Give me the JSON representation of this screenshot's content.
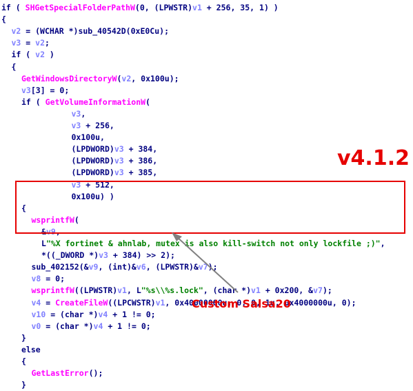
{
  "code_lines": [
    {
      "indent": 0,
      "tokens": [
        {
          "t": "if",
          "c": "kw"
        },
        {
          "t": " ( ",
          "c": "kw"
        },
        {
          "t": "SHGetSpecialFolderPathW",
          "c": "fn"
        },
        {
          "t": "(",
          "c": "kw"
        },
        {
          "t": "0",
          "c": "num"
        },
        {
          "t": ", (LPWSTR)",
          "c": "kw"
        },
        {
          "t": "v1",
          "c": "var"
        },
        {
          "t": " + ",
          "c": "kw"
        },
        {
          "t": "256",
          "c": "num"
        },
        {
          "t": ", ",
          "c": "kw"
        },
        {
          "t": "35",
          "c": "num"
        },
        {
          "t": ", ",
          "c": "kw"
        },
        {
          "t": "1",
          "c": "num"
        },
        {
          "t": ") )",
          "c": "kw"
        }
      ]
    },
    {
      "indent": 0,
      "tokens": [
        {
          "t": "{",
          "c": "kw"
        }
      ]
    },
    {
      "indent": 1,
      "tokens": [
        {
          "t": "v2",
          "c": "var"
        },
        {
          "t": " = (WCHAR *)sub_40542D(",
          "c": "kw"
        },
        {
          "t": "0xE0Cu",
          "c": "num"
        },
        {
          "t": ");",
          "c": "kw"
        }
      ]
    },
    {
      "indent": 1,
      "tokens": [
        {
          "t": "v3",
          "c": "var"
        },
        {
          "t": " = ",
          "c": "kw"
        },
        {
          "t": "v2",
          "c": "var"
        },
        {
          "t": ";",
          "c": "kw"
        }
      ]
    },
    {
      "indent": 1,
      "tokens": [
        {
          "t": "if",
          "c": "kw"
        },
        {
          "t": " ( ",
          "c": "kw"
        },
        {
          "t": "v2",
          "c": "var"
        },
        {
          "t": " )",
          "c": "kw"
        }
      ]
    },
    {
      "indent": 1,
      "tokens": [
        {
          "t": "{",
          "c": "kw"
        }
      ]
    },
    {
      "indent": 2,
      "tokens": [
        {
          "t": "GetWindowsDirectoryW",
          "c": "fn"
        },
        {
          "t": "(",
          "c": "kw"
        },
        {
          "t": "v2",
          "c": "var"
        },
        {
          "t": ", ",
          "c": "kw"
        },
        {
          "t": "0x100u",
          "c": "num"
        },
        {
          "t": ");",
          "c": "kw"
        }
      ]
    },
    {
      "indent": 2,
      "tokens": [
        {
          "t": "v3",
          "c": "var"
        },
        {
          "t": "[3] = ",
          "c": "kw"
        },
        {
          "t": "0",
          "c": "num"
        },
        {
          "t": ";",
          "c": "kw"
        }
      ]
    },
    {
      "indent": 2,
      "tokens": [
        {
          "t": "if",
          "c": "kw"
        },
        {
          "t": " ( ",
          "c": "kw"
        },
        {
          "t": "GetVolumeInformationW",
          "c": "fn"
        },
        {
          "t": "(",
          "c": "kw"
        }
      ]
    },
    {
      "indent": 7,
      "tokens": [
        {
          "t": "v3",
          "c": "var"
        },
        {
          "t": ",",
          "c": "kw"
        }
      ]
    },
    {
      "indent": 7,
      "tokens": [
        {
          "t": "v3",
          "c": "var"
        },
        {
          "t": " + ",
          "c": "kw"
        },
        {
          "t": "256",
          "c": "num"
        },
        {
          "t": ",",
          "c": "kw"
        }
      ]
    },
    {
      "indent": 7,
      "tokens": [
        {
          "t": "0x100u",
          "c": "num"
        },
        {
          "t": ",",
          "c": "kw"
        }
      ]
    },
    {
      "indent": 7,
      "tokens": [
        {
          "t": "(LPDWORD)",
          "c": "kw"
        },
        {
          "t": "v3",
          "c": "var"
        },
        {
          "t": " + ",
          "c": "kw"
        },
        {
          "t": "384",
          "c": "num"
        },
        {
          "t": ",",
          "c": "kw"
        }
      ]
    },
    {
      "indent": 7,
      "tokens": [
        {
          "t": "(LPDWORD)",
          "c": "kw"
        },
        {
          "t": "v3",
          "c": "var"
        },
        {
          "t": " + ",
          "c": "kw"
        },
        {
          "t": "386",
          "c": "num"
        },
        {
          "t": ",",
          "c": "kw"
        }
      ]
    },
    {
      "indent": 7,
      "tokens": [
        {
          "t": "(LPDWORD)",
          "c": "kw"
        },
        {
          "t": "v3",
          "c": "var"
        },
        {
          "t": " + ",
          "c": "kw"
        },
        {
          "t": "385",
          "c": "num"
        },
        {
          "t": ",",
          "c": "kw"
        }
      ]
    },
    {
      "indent": 7,
      "tokens": [
        {
          "t": "v3",
          "c": "var"
        },
        {
          "t": " + ",
          "c": "kw"
        },
        {
          "t": "512",
          "c": "num"
        },
        {
          "t": ",",
          "c": "kw"
        }
      ]
    },
    {
      "indent": 7,
      "tokens": [
        {
          "t": "0x100u",
          "c": "num"
        },
        {
          "t": ") )",
          "c": "kw"
        }
      ]
    },
    {
      "indent": 2,
      "tokens": [
        {
          "t": "{",
          "c": "kw"
        }
      ]
    },
    {
      "indent": 3,
      "tokens": [
        {
          "t": "wsprintfW",
          "c": "fn"
        },
        {
          "t": "(",
          "c": "kw"
        }
      ]
    },
    {
      "indent": 4,
      "tokens": [
        {
          "t": "&",
          "c": "kw"
        },
        {
          "t": "v9",
          "c": "var"
        },
        {
          "t": ",",
          "c": "kw"
        }
      ]
    },
    {
      "indent": 4,
      "tokens": [
        {
          "t": "L",
          "c": "kw"
        },
        {
          "t": "\"%X fortinet & ahnlab, mutex is also kill-switch not only lockfile ;)\"",
          "c": "str"
        },
        {
          "t": ",",
          "c": "kw"
        }
      ]
    },
    {
      "indent": 4,
      "tokens": [
        {
          "t": "*((_DWORD *)",
          "c": "kw"
        },
        {
          "t": "v3",
          "c": "var"
        },
        {
          "t": " + ",
          "c": "kw"
        },
        {
          "t": "384",
          "c": "num"
        },
        {
          "t": ") >> ",
          "c": "kw"
        },
        {
          "t": "2",
          "c": "num"
        },
        {
          "t": ");",
          "c": "kw"
        }
      ]
    },
    {
      "indent": 3,
      "tokens": [
        {
          "t": "sub_402152(&",
          "c": "kw"
        },
        {
          "t": "v9",
          "c": "var"
        },
        {
          "t": ", (int)&",
          "c": "kw"
        },
        {
          "t": "v6",
          "c": "var"
        },
        {
          "t": ", (LPWSTR)&",
          "c": "kw"
        },
        {
          "t": "v7",
          "c": "var"
        },
        {
          "t": ");",
          "c": "kw"
        }
      ]
    },
    {
      "indent": 3,
      "tokens": [
        {
          "t": "v8",
          "c": "var"
        },
        {
          "t": " = ",
          "c": "kw"
        },
        {
          "t": "0",
          "c": "num"
        },
        {
          "t": ";",
          "c": "kw"
        }
      ]
    },
    {
      "indent": 3,
      "tokens": [
        {
          "t": "wsprintfW",
          "c": "fn"
        },
        {
          "t": "((LPWSTR)",
          "c": "kw"
        },
        {
          "t": "v1",
          "c": "var"
        },
        {
          "t": ", L",
          "c": "kw"
        },
        {
          "t": "\"%s\\\\%s.lock\"",
          "c": "str"
        },
        {
          "t": ", (char *)",
          "c": "kw"
        },
        {
          "t": "v1",
          "c": "var"
        },
        {
          "t": " + ",
          "c": "kw"
        },
        {
          "t": "0x200",
          "c": "num"
        },
        {
          "t": ", &",
          "c": "kw"
        },
        {
          "t": "v7",
          "c": "var"
        },
        {
          "t": ");",
          "c": "kw"
        }
      ]
    },
    {
      "indent": 3,
      "tokens": [
        {
          "t": "v4",
          "c": "var"
        },
        {
          "t": " = ",
          "c": "kw"
        },
        {
          "t": "CreateFileW",
          "c": "fn"
        },
        {
          "t": "((LPCWSTR)",
          "c": "kw"
        },
        {
          "t": "v1",
          "c": "var"
        },
        {
          "t": ", ",
          "c": "kw"
        },
        {
          "t": "0x40000000u",
          "c": "num"
        },
        {
          "t": ", ",
          "c": "kw"
        },
        {
          "t": "0",
          "c": "num"
        },
        {
          "t": ", ",
          "c": "kw"
        },
        {
          "t": "0",
          "c": "num"
        },
        {
          "t": ", ",
          "c": "kw"
        },
        {
          "t": "1u",
          "c": "num"
        },
        {
          "t": ", ",
          "c": "kw"
        },
        {
          "t": "0x4000000u",
          "c": "num"
        },
        {
          "t": ", ",
          "c": "kw"
        },
        {
          "t": "0",
          "c": "num"
        },
        {
          "t": ");",
          "c": "kw"
        }
      ]
    },
    {
      "indent": 3,
      "tokens": [
        {
          "t": "v10",
          "c": "var"
        },
        {
          "t": " = (char *)",
          "c": "kw"
        },
        {
          "t": "v4",
          "c": "var"
        },
        {
          "t": " + ",
          "c": "kw"
        },
        {
          "t": "1",
          "c": "num"
        },
        {
          "t": " != ",
          "c": "kw"
        },
        {
          "t": "0",
          "c": "num"
        },
        {
          "t": ";",
          "c": "kw"
        }
      ]
    },
    {
      "indent": 3,
      "tokens": [
        {
          "t": "v0",
          "c": "var"
        },
        {
          "t": " = (char *)",
          "c": "kw"
        },
        {
          "t": "v4",
          "c": "var"
        },
        {
          "t": " + ",
          "c": "kw"
        },
        {
          "t": "1",
          "c": "num"
        },
        {
          "t": " != ",
          "c": "kw"
        },
        {
          "t": "0",
          "c": "num"
        },
        {
          "t": ";",
          "c": "kw"
        }
      ]
    },
    {
      "indent": 2,
      "tokens": [
        {
          "t": "}",
          "c": "kw"
        }
      ]
    },
    {
      "indent": 2,
      "tokens": [
        {
          "t": "else",
          "c": "kw"
        }
      ]
    },
    {
      "indent": 2,
      "tokens": [
        {
          "t": "{",
          "c": "kw"
        }
      ]
    },
    {
      "indent": 3,
      "tokens": [
        {
          "t": "GetLastError",
          "c": "fn"
        },
        {
          "t": "();",
          "c": "kw"
        }
      ]
    },
    {
      "indent": 2,
      "tokens": [
        {
          "t": "}",
          "c": "kw"
        }
      ]
    }
  ],
  "annotations": {
    "version_label": "v4.1.2",
    "salsa_label": "Custom Salsa20"
  },
  "colors": {
    "keyword": "#000080",
    "function": "#ff00ff",
    "variable": "#8080ff",
    "string": "#008000",
    "annotation_red": "#e60000"
  }
}
